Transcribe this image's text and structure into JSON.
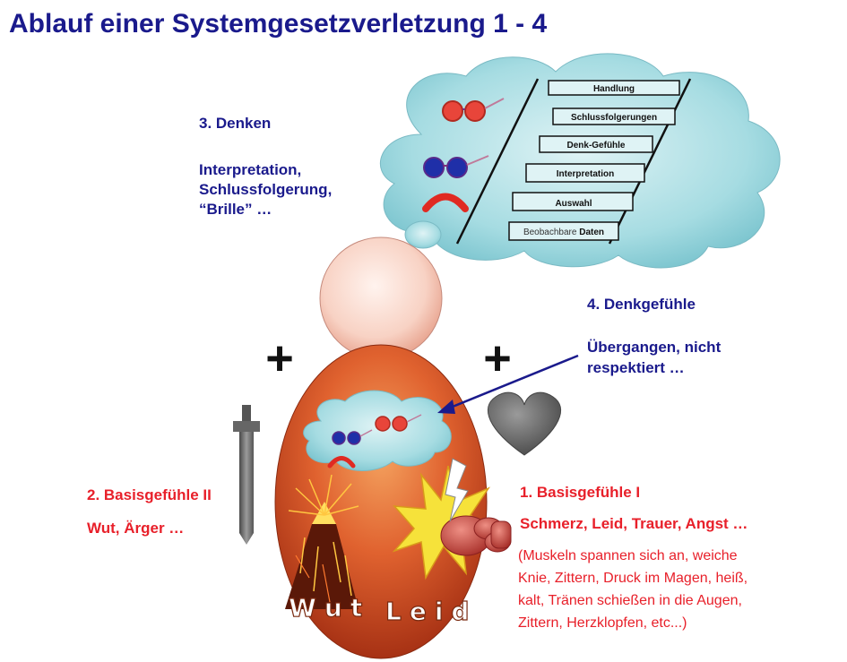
{
  "title": "Ablauf einer Systemgesetzverletzung 1 - 4",
  "denken": {
    "heading": "3. Denken",
    "line1": "Interpretation,",
    "line2": "Schlussfolgerung,",
    "line3": "“Brille” …"
  },
  "denkgefuehle": {
    "heading": "4. Denkgefühle",
    "line1": "Übergangen, nicht",
    "line2": "respektiert …"
  },
  "basis2": {
    "heading": "2. Basisgefühle II",
    "line1": "Wut, Ärger …"
  },
  "basis1": {
    "heading": "1. Basisgefühle I",
    "line1": "Schmerz, Leid, Trauer, Angst …",
    "detail1": "(Muskeln spannen sich an, weiche",
    "detail2": "Knie, Zittern, Druck im Magen, heiß,",
    "detail3": "kalt, Tränen schießen in die Augen,",
    "detail4": "Zittern, Herzklopfen, etc...)"
  },
  "ladder": {
    "rungs": [
      "Handlung",
      "Schlussfolgerungen",
      "Denk-Gefühle",
      "Interpretation",
      "Auswahl"
    ],
    "bottom_normal": "Beobachbare ",
    "bottom_bold": "Daten"
  },
  "body_words": {
    "left": "Wut",
    "right": "Leid"
  },
  "plus_symbol": "+",
  "colors": {
    "title": "#1a1a8c",
    "red_text": "#e8202a",
    "cloud": "#a8dde3",
    "head": "#f7c0b0",
    "body": "#d9461e"
  },
  "icons": [
    "red-glasses-icon",
    "blue-glasses-icon",
    "frown-icon",
    "dagger-icon",
    "heart-icon",
    "volcano-icon",
    "fist-icon",
    "lightning-icon",
    "ladder-icon"
  ]
}
